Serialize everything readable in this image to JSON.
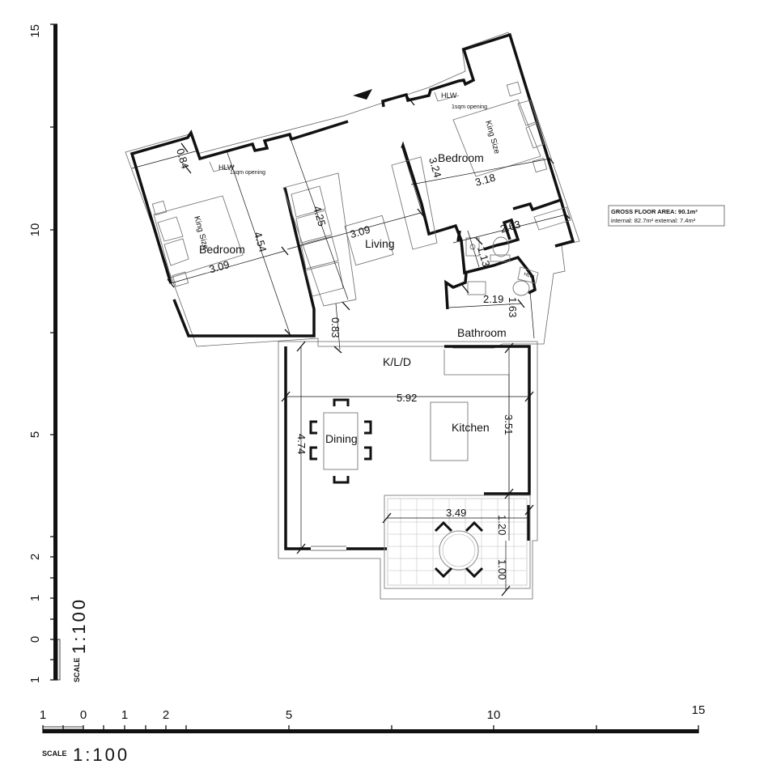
{
  "floor_area": {
    "gross": "GROSS FLOOR AREA: 90.1m²",
    "breakdown": "internal: 82.7m² external: 7.4m²"
  },
  "rooms": {
    "bedroom_left": "Bedroom",
    "bedroom_right": "Bedroom",
    "living": "Living",
    "bathroom": "Bathroom",
    "kld": "K/L/D",
    "kitchen": "Kitchen",
    "dining": "Dining",
    "king_left": "King Size",
    "king_right": "King Size"
  },
  "labels": {
    "hlw_left": "HLW",
    "hlw_right": "HLW",
    "hlw_bath": "HLW",
    "opening_left": "1sqm opening",
    "opening_right": "1sqm opening"
  },
  "dimensions": {
    "d084": "0.84",
    "d309_left": "3.09",
    "d454": "4.54",
    "d425": "4.25",
    "d309_living": "3.09",
    "d083": "0.83",
    "d324": "3.24",
    "d318": "3.18",
    "d263": "2.63",
    "d113": "1.13",
    "d219": "2.19",
    "d163": "1.63",
    "d592": "5.92",
    "d474": "4.74",
    "d351": "3.51",
    "d349": "3.49",
    "d120": "1.20",
    "d100": "1.00"
  },
  "scale_vertical": {
    "ticks": [
      "15",
      "10",
      "5",
      "2",
      "1",
      "0",
      "1"
    ],
    "word": "SCALE",
    "ratio": "1:100"
  },
  "scale_horizontal": {
    "ticks": [
      "1",
      "0",
      "1",
      "2",
      "5",
      "10",
      "15"
    ],
    "word": "SCALE",
    "ratio": "1:100"
  }
}
